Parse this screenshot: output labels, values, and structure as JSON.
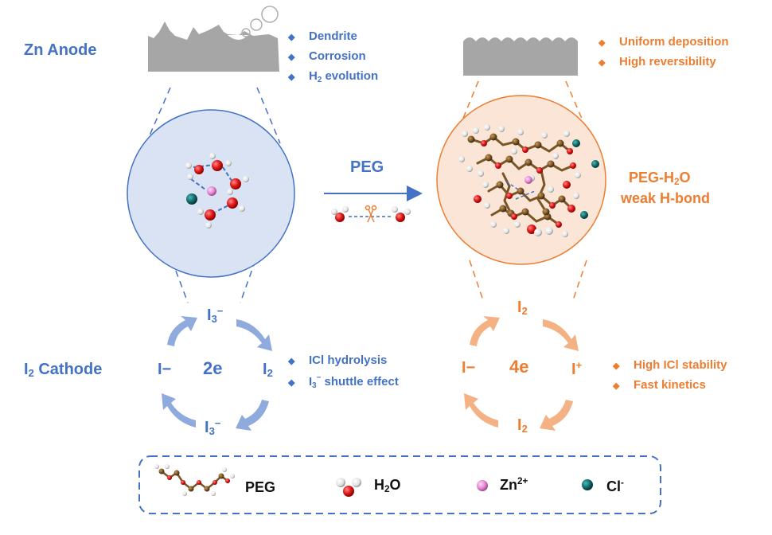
{
  "anode": {
    "label": "Zn Anode",
    "left_bullets": [
      "Dendrite",
      "Corrosion"
    ],
    "left_bullet_h2_main": "H",
    "left_bullet_h2_sub": "2",
    "left_bullet_h2_rest": " evolution",
    "right_bullets": [
      "Uniform deposition",
      "High reversibility"
    ]
  },
  "arrow": {
    "label": "PEG"
  },
  "right_circle": {
    "label_main": "PEG-H",
    "label_sub": "2",
    "label_tail": "O",
    "label_line2": "weak H-bond"
  },
  "cathode": {
    "label_main": "I",
    "label_sub": "2",
    "label_tail": " Cathode",
    "left_cycle": {
      "top_main": "I",
      "top_sub": "3",
      "top_sup": "−",
      "left": "I−",
      "center": "2e",
      "right_main": "I",
      "right_sub": "2",
      "bottom_main": "I",
      "bottom_sub": "3",
      "bottom_sup": "−"
    },
    "left_bullets": {
      "b1": "ICl hydrolysis",
      "b2_main": "I",
      "b2_sub": "3",
      "b2_sup": "−",
      "b2_tail": " shuttle effect"
    },
    "right_cycle": {
      "top_main": "I",
      "top_sub": "2",
      "left": "I−",
      "center": "4e",
      "right_main": "I",
      "right_sup": "+",
      "bottom_main": "I",
      "bottom_sub": "2"
    },
    "right_bullets": [
      "High ICl stability",
      "Fast kinetics"
    ]
  },
  "legend": {
    "peg": "PEG",
    "h2o_main": "H",
    "h2o_sub": "2",
    "h2o_tail": "O",
    "zn_main": "Zn",
    "zn_sup": "2+",
    "cl_main": "Cl",
    "cl_sup": "-"
  },
  "colors": {
    "blue": "#4472c4",
    "orange": "#ed7d31",
    "light_blue_arrow": "#8faadc",
    "light_orange_arrow": "#f4b183",
    "circle_left_fill": "#dae3f3",
    "circle_right_fill": "#fbe5d6",
    "electrode_gray": "#a6a6a6"
  }
}
